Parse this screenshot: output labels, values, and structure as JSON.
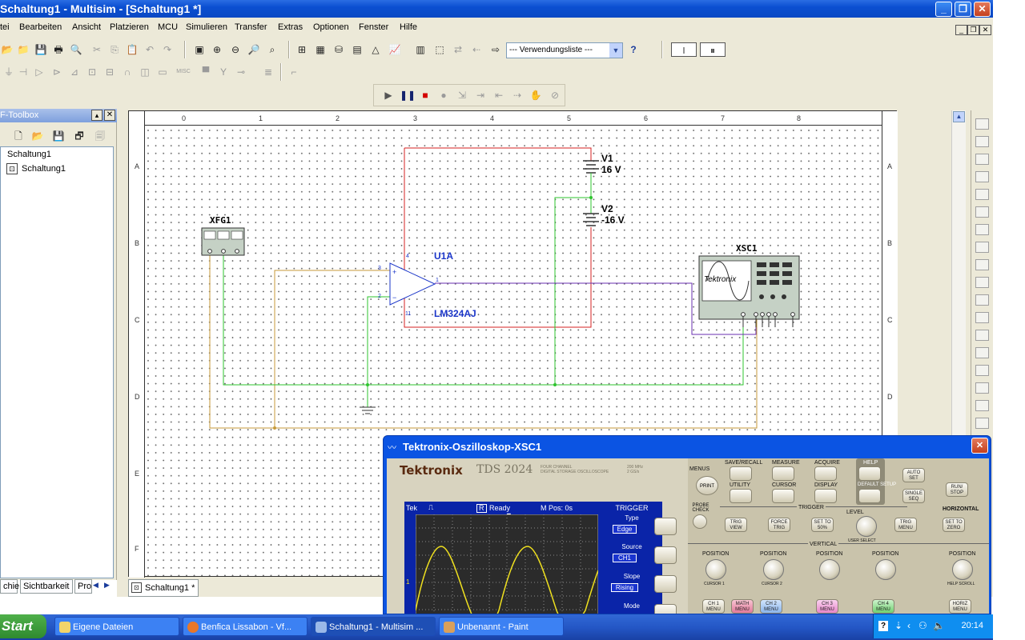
{
  "window": {
    "title": "Schaltung1 - Multisim - [Schaltung1 *]"
  },
  "menu": [
    "tei",
    "Bearbeiten",
    "Ansicht",
    "Platzieren",
    "MCU",
    "Simulieren",
    "Transfer",
    "Extras",
    "Optionen",
    "Fenster",
    "Hilfe"
  ],
  "toolbar": {
    "usage_list": "--- Verwendungsliste ---",
    "help_symbol": "?"
  },
  "toolbox": {
    "title": "F-Toolbox",
    "tree_root": "Schaltung1",
    "tree_child": "Schaltung1",
    "tabs": [
      "chie",
      "Sichtbarkeit",
      "Pro"
    ]
  },
  "sheet": {
    "ruler_cols": [
      "0",
      "1",
      "2",
      "3",
      "4",
      "5",
      "6",
      "7",
      "8"
    ],
    "ruler_rows": [
      "A",
      "B",
      "C",
      "D",
      "E",
      "F"
    ],
    "components": {
      "xfg1": "XFG1",
      "u1a": "U1A",
      "lm324": "LM324AJ",
      "v1": "V1",
      "v1_value": "16 V",
      "v2": "V2",
      "v2_value": "-16 V",
      "xsc1": "XSC1",
      "tektronix": "Tektronix",
      "pin4": "4",
      "pin3": "3",
      "pin2": "2",
      "pin11": "11",
      "pin1": "1"
    },
    "doc_tab": "Schaltung1 *"
  },
  "scope": {
    "title": "Tektronix-Oszilloskop-XSC1",
    "brand": "Tektronix",
    "model": "TDS 2024",
    "model_desc": "FOUR CHANNEL\nDIGITAL STORAGE OSCILLOSCOPE",
    "specs": "200 MHz\n2 GS/s",
    "screen": {
      "tek": "Tek",
      "ready": "Ready",
      "mpos": "M Pos: 0s",
      "trigger": "TRIGGER",
      "type_label": "Type",
      "type_value": "Edge",
      "source_label": "Source",
      "source_value": "CH1",
      "slope_label": "Slope",
      "slope_value": "Rising",
      "mode_label": "Mode",
      "ch_marker": "1"
    },
    "buttons": {
      "save_recall": "SAVE/RECALL",
      "measure": "MEASURE",
      "acquire": "ACQUIRE",
      "help": "HELP",
      "autoset": "AUTO SET",
      "menus": "MENUS",
      "print": "PRINT",
      "utility": "UTILITY",
      "cursor": "CURSOR",
      "display": "DISPLAY",
      "default_setup": "DEFAULT SETUP",
      "single_seq": "SINGLE SEQ",
      "run_stop": "RUN/ STOP",
      "probe_check": "PROBE CHECK",
      "trigger": "TRIGGER",
      "horizontal": "HORIZONTAL",
      "level": "LEVEL",
      "trig_view": "TRIG VIEW",
      "force_trig": "FORCE TRIG",
      "set_50": "SET TO 50%",
      "trig_menu": "TRIG MENU",
      "set_zero": "SET TO ZERO",
      "user_select": "USER SELECT",
      "vertical": "VERTICAL",
      "position": "POSITION",
      "cursor1": "CURSOR 1",
      "cursor2": "CURSOR 2",
      "help_scroll": "HELP SCROLL",
      "ch1_menu": "CH 1 MENU",
      "math_menu": "MATH MENU",
      "ch2_menu": "CH 2 MENU",
      "ch3_menu": "CH 3 MENU",
      "ch4_menu": "CH 4 MENU",
      "horiz_menu": "HORIZ MENU"
    }
  },
  "taskbar": {
    "start": "Start",
    "tasks": [
      "Eigene Dateien",
      "Benfica Lissabon - Vf...",
      "Schaltung1 - Multisim ...",
      "Unbenannt - Paint"
    ],
    "clock": "20:14"
  }
}
